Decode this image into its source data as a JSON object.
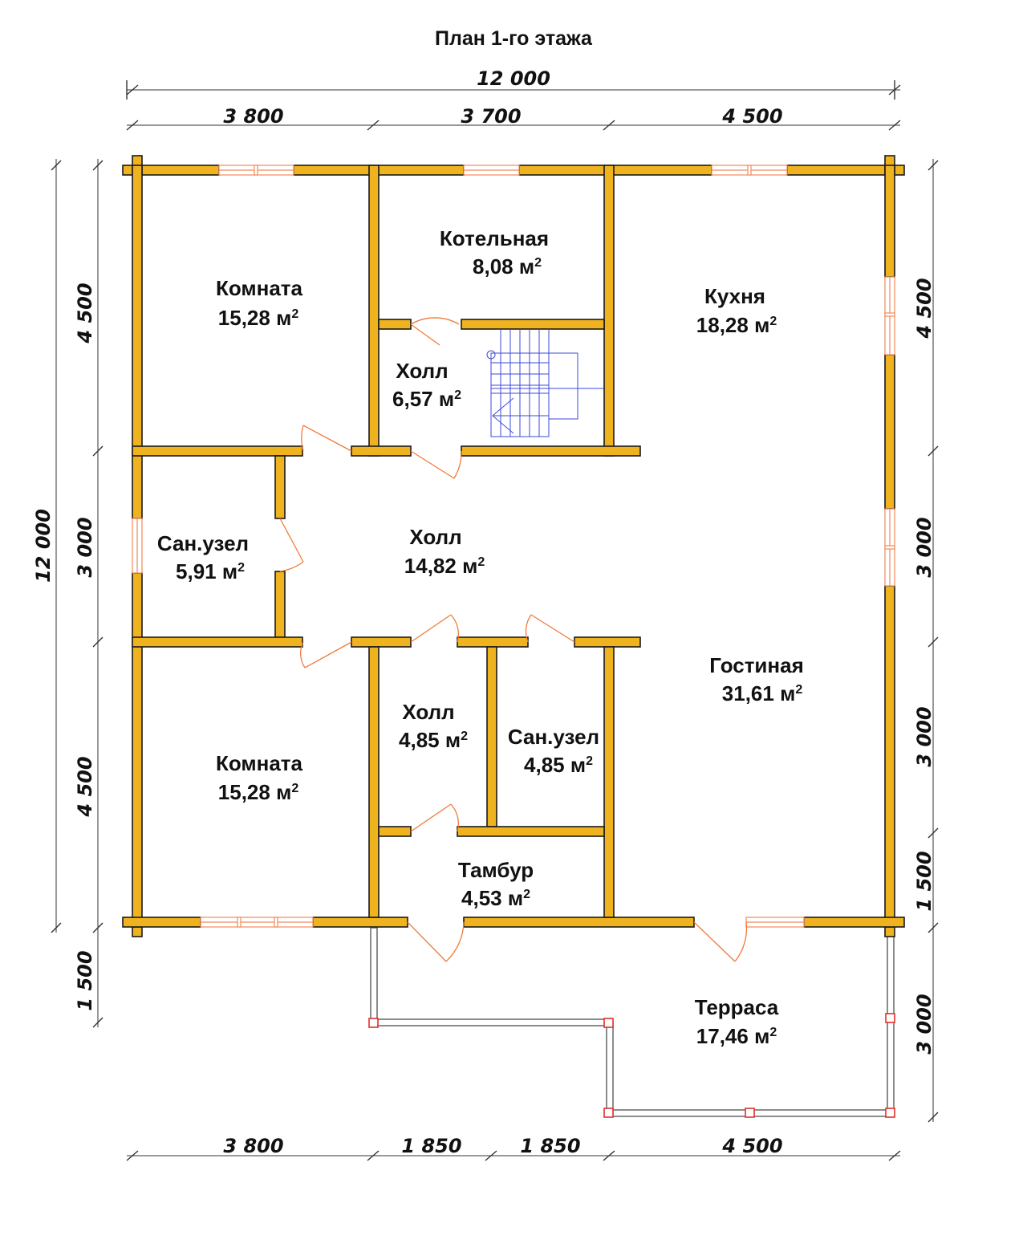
{
  "title": "План 1-го этажа",
  "dimensions": {
    "top_total": "12 000",
    "top_segments": [
      "3 800",
      "3 700",
      "4 500"
    ],
    "bottom_segments": [
      "3 800",
      "1 850",
      "1 850",
      "4 500"
    ],
    "left_total": "12 000",
    "left_segments": [
      "4 500",
      "3 000",
      "4 500",
      "1 500"
    ],
    "right_segments": [
      "4 500",
      "3 000",
      "3 000",
      "1 500",
      "3 000"
    ]
  },
  "rooms": [
    {
      "name": "Комната",
      "area": "15,28 м",
      "unit_sup": "2"
    },
    {
      "name": "Котельная",
      "area": "8,08 м",
      "unit_sup": "2"
    },
    {
      "name": "Кухня",
      "area": "18,28 м",
      "unit_sup": "2"
    },
    {
      "name": "Холл",
      "area": "6,57 м",
      "unit_sup": "2"
    },
    {
      "name": "Сан.узел",
      "area": "5,91 м",
      "unit_sup": "2"
    },
    {
      "name": "Холл",
      "area": "14,82 м",
      "unit_sup": "2"
    },
    {
      "name": "Гостиная",
      "area": "31,61 м",
      "unit_sup": "2"
    },
    {
      "name": "Холл",
      "area": "4,85 м",
      "unit_sup": "2"
    },
    {
      "name": "Сан.узел",
      "area": "4,85 м",
      "unit_sup": "2"
    },
    {
      "name": "Комната",
      "area": "15,28 м",
      "unit_sup": "2"
    },
    {
      "name": "Тамбур",
      "area": "4,53 м",
      "unit_sup": "2"
    },
    {
      "name": "Терраса",
      "area": "17,46 м",
      "unit_sup": "2"
    }
  ],
  "colors": {
    "wall": "#f0b320",
    "window": "#f08a5a",
    "door": "#f07a3a",
    "stairs": "#3e4ad8",
    "terrace_post": "#e0302a"
  }
}
